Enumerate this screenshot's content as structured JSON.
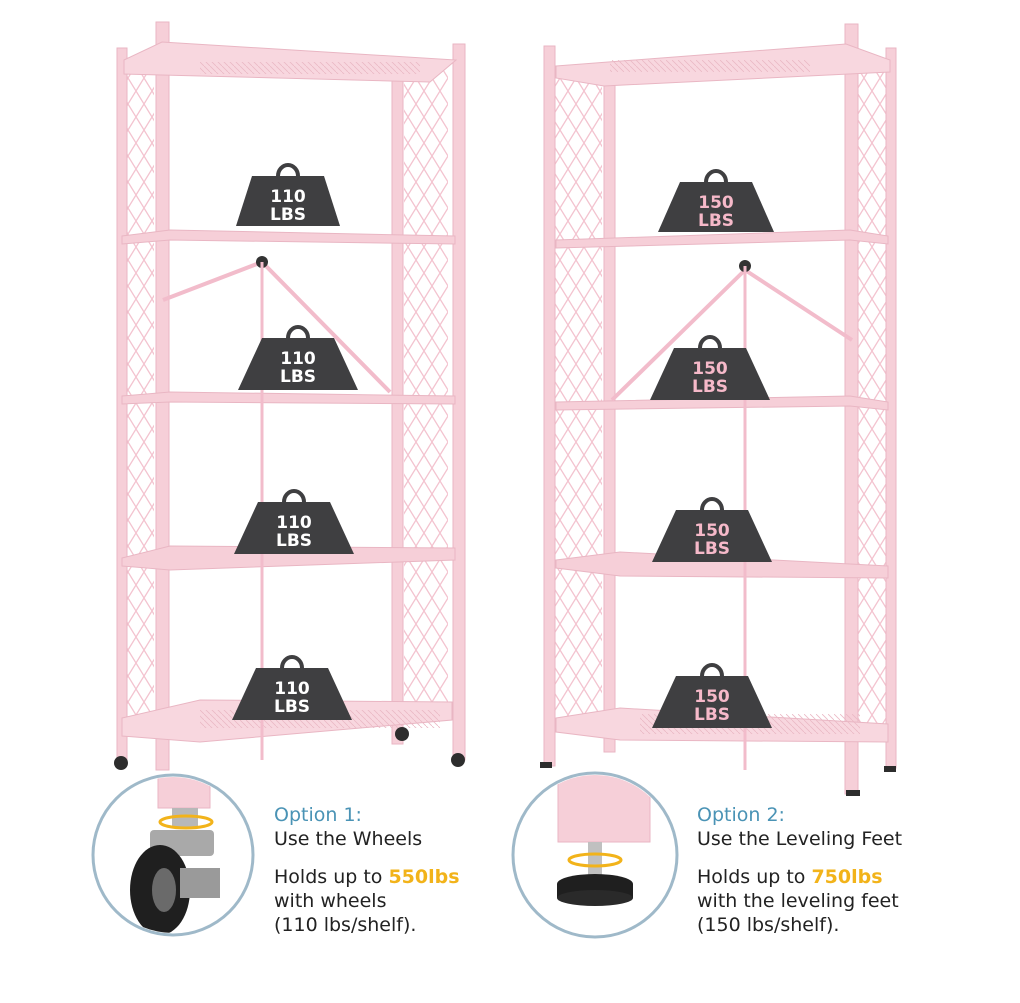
{
  "colors": {
    "frame": "#f6cfd8",
    "frame_edge": "#e9b6c3",
    "weight_body": "#3f3f41",
    "weight_text_left": "#ffffff",
    "weight_text_right": "#f6b9c9",
    "option_label": "#4a93b5",
    "highlight": "#f2b31a",
    "circle_border": "#9fb9c9"
  },
  "left_rack": {
    "weights": [
      {
        "top": "110",
        "bottom": "LBS"
      },
      {
        "top": "110",
        "bottom": "LBS"
      },
      {
        "top": "110",
        "bottom": "LBS"
      },
      {
        "top": "110",
        "bottom": "LBS"
      }
    ],
    "feet": "wheels"
  },
  "right_rack": {
    "weights": [
      {
        "top": "150",
        "bottom": "LBS"
      },
      {
        "top": "150",
        "bottom": "LBS"
      },
      {
        "top": "150",
        "bottom": "LBS"
      },
      {
        "top": "150",
        "bottom": "LBS"
      }
    ],
    "feet": "leveling feet"
  },
  "option1": {
    "label": "Option 1:",
    "title": "Use the Wheels",
    "hold_prefix": "Holds up to ",
    "hold_value": "550lbs",
    "hold_line2": "with wheels",
    "hold_line3": "(110 lbs/shelf)."
  },
  "option2": {
    "label": "Option 2:",
    "title": "Use the Leveling Feet",
    "hold_prefix": "Holds up to ",
    "hold_value": "750lbs",
    "hold_line2": "with the leveling feet",
    "hold_line3": "(150 lbs/shelf)."
  }
}
